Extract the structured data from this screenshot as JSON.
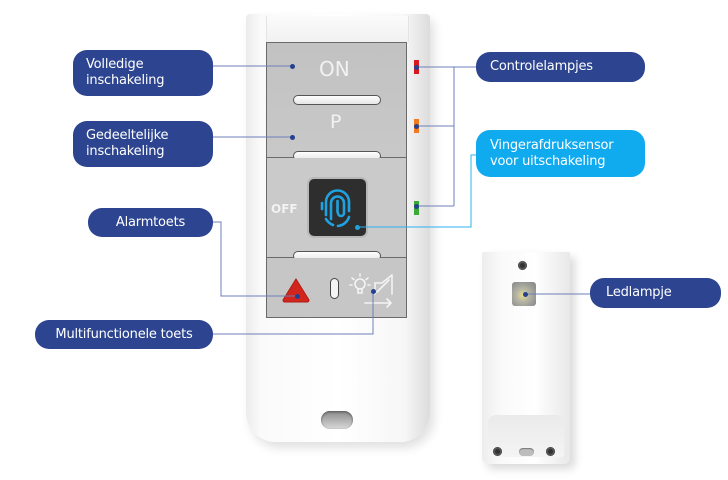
{
  "callouts": {
    "volledige": "Volledige inschakeling",
    "volledige_line1": "Volledige",
    "volledige_line2": "inschakeling",
    "gedeeltelijke_line1": "Gedeeltelijke",
    "gedeeltelijke_line2": "inschakeling",
    "alarmtoets": "Alarmtoets",
    "multifunctionele": "Multifunctionele toets",
    "controlelampjes": "Controlelampjes",
    "vingerafdruk_line1": "Vingerafdruksensor",
    "vingerafdruk_line2": "voor uitschakeling",
    "ledlampje": "Ledlampje"
  },
  "remote": {
    "on_label": "ON",
    "partial_label": "P",
    "off_label": "OFF",
    "indicator_leds": [
      {
        "name": "led-red",
        "color": "#d7191f"
      },
      {
        "name": "led-orange",
        "color": "#f07a22"
      },
      {
        "name": "led-green",
        "color": "#3aaa35"
      }
    ],
    "alarm_color": "#d2261c",
    "fingerprint_color": "#1ea3e0"
  },
  "colors": {
    "callout_dark": "#2d4590",
    "callout_light": "#10aaef",
    "leader_dark": "#6d7fb8",
    "leader_light": "#2cb0ee"
  }
}
